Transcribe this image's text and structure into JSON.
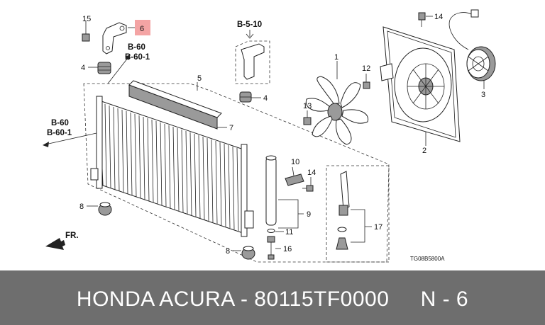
{
  "callouts": {
    "n1": "1",
    "n2": "2",
    "n3": "3",
    "n4a": "4",
    "n4b": "4",
    "n5": "5",
    "n6": "6",
    "n7": "7",
    "n8a": "8",
    "n8b": "8",
    "n9": "9",
    "n10": "10",
    "n11": "11",
    "n12": "12",
    "n13": "13",
    "n14a": "14",
    "n14b": "14",
    "n15": "15",
    "n16": "16",
    "n17": "17"
  },
  "refs": {
    "b510": "B-5-10",
    "b60_top": "B-60",
    "b601_top": "B-60-1",
    "b60_left": "B-60",
    "b601_left": "B-60-1"
  },
  "direction_label": "FR.",
  "drawing_code": "TG08B5800A",
  "highlight_color": "#f4a4a4",
  "footer": {
    "text": "HONDA ACURA - 80115TF0000     N - 6",
    "background": "#6e6e6e"
  }
}
